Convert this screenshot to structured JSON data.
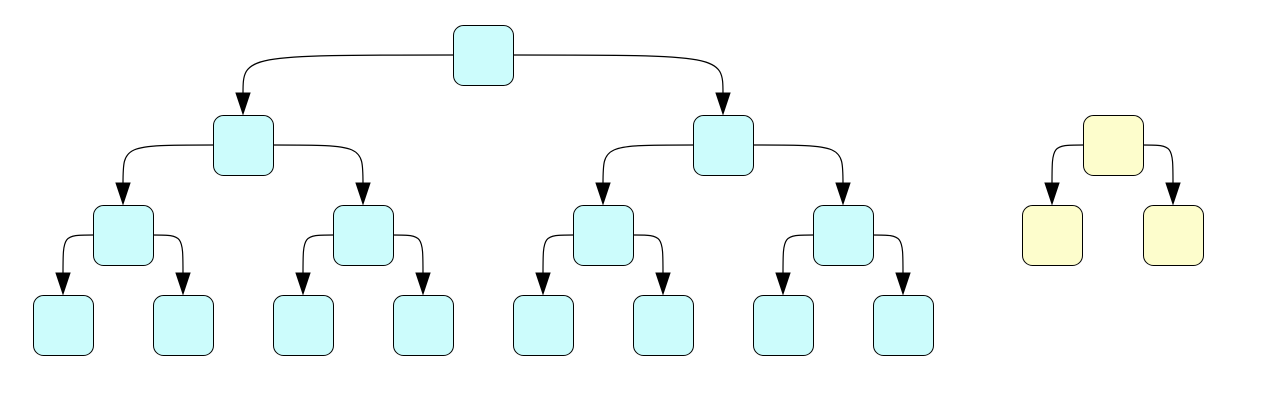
{
  "colors": {
    "tree_a_fill": "#ccfcfc",
    "tree_b_fill": "#fdfdcc",
    "stroke": "#000000",
    "background": "#ffffff"
  },
  "trees": [
    {
      "name": "tree-a",
      "fill_key": "tree_a_fill",
      "nodes": [
        {
          "id": "a1",
          "label": ""
        },
        {
          "id": "a2",
          "label": ""
        },
        {
          "id": "a3",
          "label": ""
        },
        {
          "id": "a4",
          "label": ""
        },
        {
          "id": "a5",
          "label": ""
        },
        {
          "id": "a6",
          "label": ""
        },
        {
          "id": "a7",
          "label": ""
        },
        {
          "id": "a8",
          "label": ""
        },
        {
          "id": "a9",
          "label": ""
        },
        {
          "id": "a10",
          "label": ""
        },
        {
          "id": "a11",
          "label": ""
        },
        {
          "id": "a12",
          "label": ""
        },
        {
          "id": "a13",
          "label": ""
        },
        {
          "id": "a14",
          "label": ""
        },
        {
          "id": "a15",
          "label": ""
        }
      ],
      "edges": [
        {
          "from": "a1",
          "to": "a2"
        },
        {
          "from": "a1",
          "to": "a3"
        },
        {
          "from": "a2",
          "to": "a4"
        },
        {
          "from": "a2",
          "to": "a5"
        },
        {
          "from": "a3",
          "to": "a6"
        },
        {
          "from": "a3",
          "to": "a7"
        },
        {
          "from": "a4",
          "to": "a8"
        },
        {
          "from": "a4",
          "to": "a9"
        },
        {
          "from": "a5",
          "to": "a10"
        },
        {
          "from": "a5",
          "to": "a11"
        },
        {
          "from": "a6",
          "to": "a12"
        },
        {
          "from": "a6",
          "to": "a13"
        },
        {
          "from": "a7",
          "to": "a14"
        },
        {
          "from": "a7",
          "to": "a15"
        }
      ]
    },
    {
      "name": "tree-b",
      "fill_key": "tree_b_fill",
      "nodes": [
        {
          "id": "b1",
          "label": ""
        },
        {
          "id": "b2",
          "label": ""
        },
        {
          "id": "b3",
          "label": ""
        }
      ],
      "edges": [
        {
          "from": "b1",
          "to": "b2"
        },
        {
          "from": "b1",
          "to": "b3"
        }
      ]
    }
  ]
}
